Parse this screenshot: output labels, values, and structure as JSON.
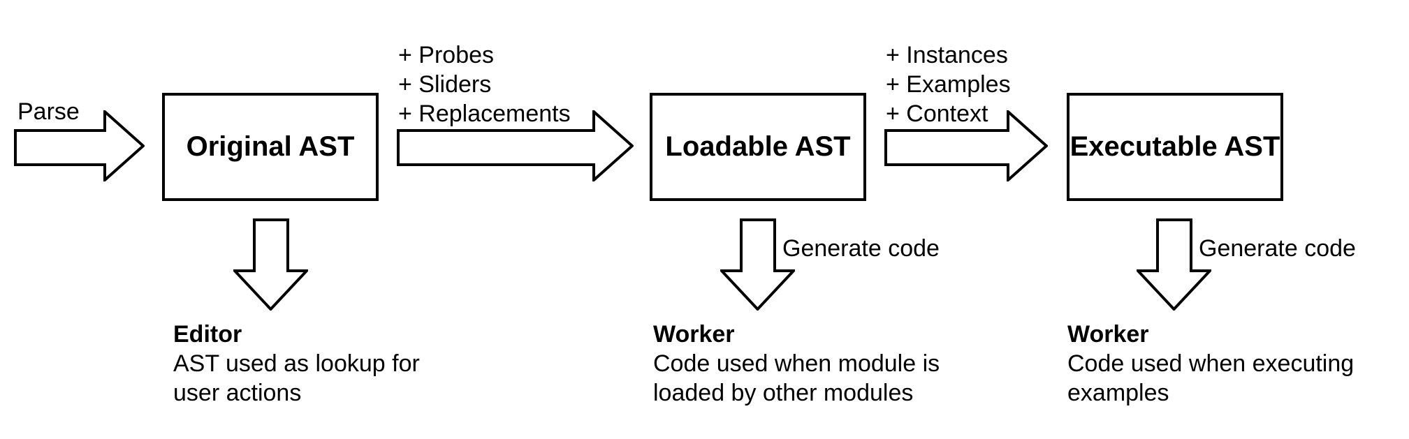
{
  "canvas": {
    "background_color": "#ffffff",
    "line_color": "#000000",
    "text_color": "#000000"
  },
  "flow": {
    "parse_label": "Parse",
    "stage1_additions": [
      "+ Probes",
      "+ Sliders",
      "+ Replacements"
    ],
    "stage2_additions": [
      "+ Instances",
      "+ Examples",
      "+ Context"
    ],
    "boxes": [
      "Original AST",
      "Loadable AST",
      "Executable AST"
    ]
  },
  "outputs": [
    {
      "arrow_label": "",
      "title": "Editor",
      "lines": [
        "AST used as lookup for",
        "user actions"
      ]
    },
    {
      "arrow_label": "Generate code",
      "title": "Worker",
      "lines": [
        "Code used when module is",
        "loaded by other modules"
      ]
    },
    {
      "arrow_label": "Generate code",
      "title": "Worker",
      "lines": [
        "Code used when executing",
        "examples"
      ]
    }
  ]
}
